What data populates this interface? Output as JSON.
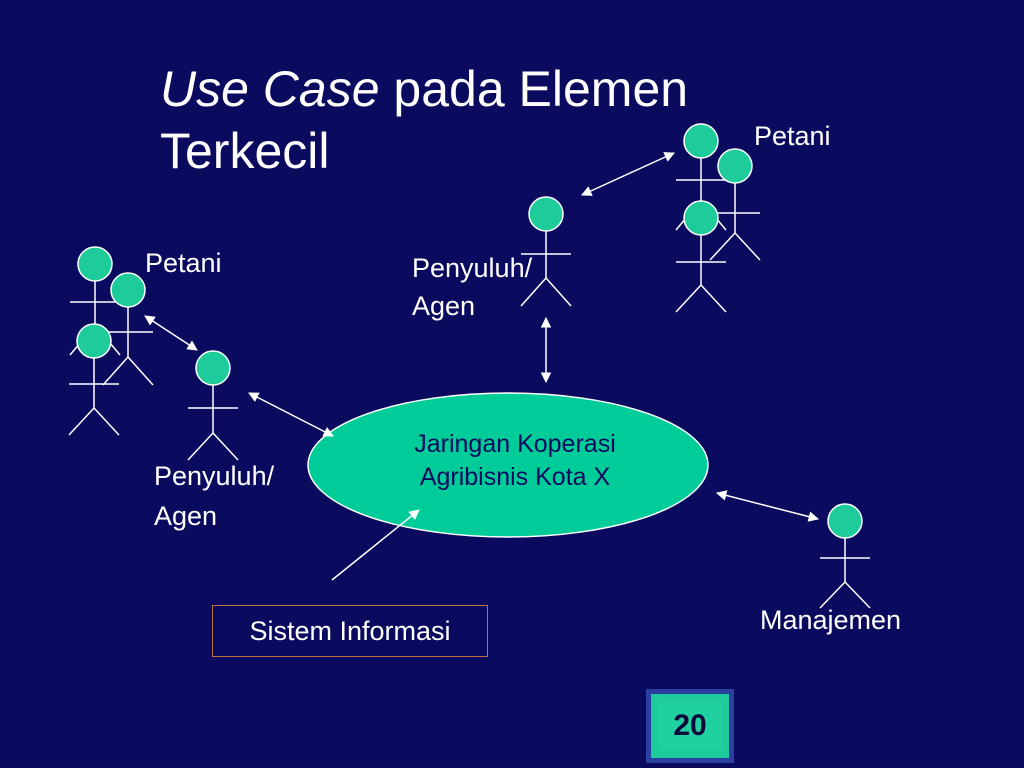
{
  "title": {
    "part1": "Use Case",
    "part2": " pada Elemen",
    "line2": "Terkecil"
  },
  "labels": {
    "petani_top": "Petani",
    "petani_left": "Petani",
    "penyuluh_top_line1": "Penyuluh/",
    "penyuluh_top_line2": "Agen",
    "penyuluh_left_line1": "Penyuluh/",
    "penyuluh_left_line2": "Agen",
    "manajemen": "Manajemen"
  },
  "ellipse": {
    "line1": "Jaringan Koperasi",
    "line2": "Agribisnis Kota X"
  },
  "box": {
    "label": "Sistem Informasi"
  },
  "page_number": "20",
  "colors": {
    "background": "#0a0a5e",
    "actor_head": "#1ecb9a",
    "ellipse": "#00cc99",
    "line": "#ffffff"
  }
}
